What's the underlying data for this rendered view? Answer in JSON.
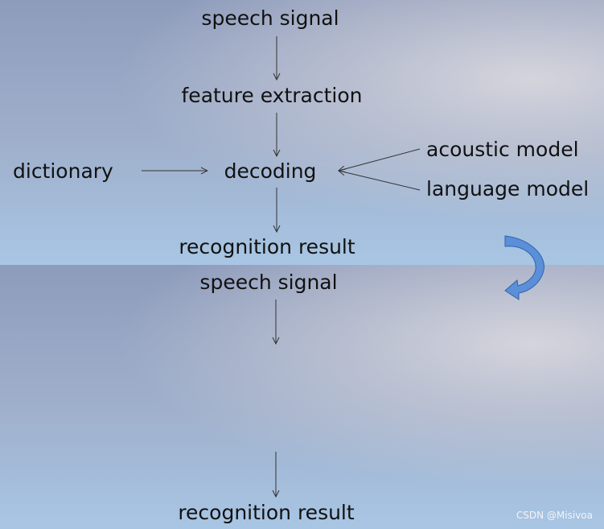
{
  "top_diagram": {
    "speech_signal": "speech signal",
    "feature_extraction": "feature extraction",
    "dictionary": "dictionary",
    "decoding": "decoding",
    "acoustic_model": "acoustic model",
    "language_model": "language model",
    "recognition_result": "recognition result"
  },
  "bottom_diagram": {
    "speech_signal": "speech signal",
    "recognition_result": "recognition result"
  },
  "watermark": "CSDN @Misivoa",
  "colors": {
    "transition_arrow": "#5b8fd8",
    "arrow_line": "#333333"
  },
  "icons": {
    "transition": "curved-arrow-icon"
  }
}
